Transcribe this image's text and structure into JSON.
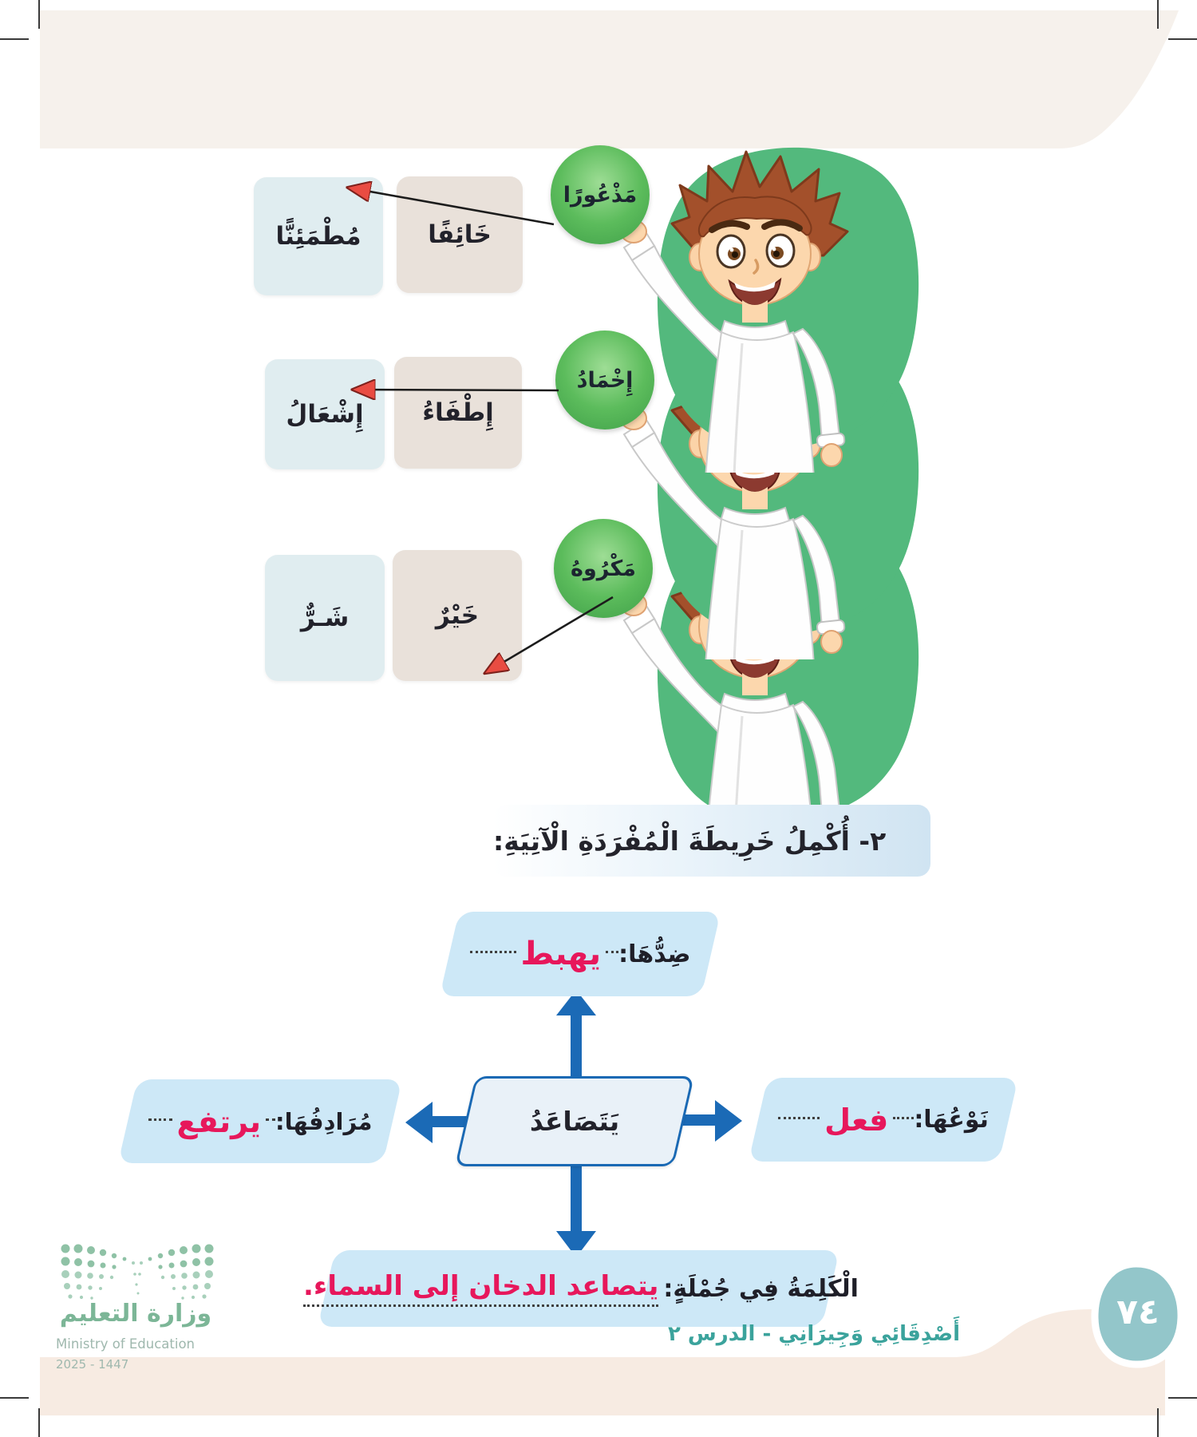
{
  "exercise": {
    "rows": [
      {
        "ball": "مَذْعُورًا",
        "answer_box": "مُطْمَئِنًّا",
        "distractor_box": "خَائِفًا"
      },
      {
        "ball": "إِخْمَادُ",
        "answer_box": "إِشْعَالُ",
        "distractor_box": "إِطْفَاءُ"
      },
      {
        "ball": "مَكْرُوهُ",
        "answer_box": "شَـرٌّ",
        "distractor_box": "خَيْرٌ"
      }
    ]
  },
  "section2": {
    "title": "٢- أُكْمِلُ خَرِيطَةَ الْمُفْرَدَةِ الْآتِيَةِ:"
  },
  "word_map": {
    "center": "يَتَصَاعَدُ",
    "top_label": "ضِدُّهَا:",
    "top_answer": "يهبط",
    "left_label": "مُرَادِفُهَا:",
    "left_answer": "يرتفع",
    "right_label": "نَوْعُهَا:",
    "right_answer": "فعل",
    "bottom_label": "الْكَلِمَةُ فِي جُمْلَةٍ:",
    "bottom_answer": "يتصاعد الدخان إلى السماء."
  },
  "footer": {
    "page_number": "٧٤",
    "lesson_title": "أَصْدِقَائِي وَجِيرَانِي - الدرس ٢",
    "ministry_ar": "وزارة التعليم",
    "ministry_en": "Ministry of Education",
    "edition_year": "2025 - 1447"
  },
  "colors": {
    "accent_blue": "#1b6ab6",
    "answer_red": "#e7175b",
    "ball_green": "#4caf50",
    "blob_green": "#53b97d",
    "footer_teal": "#3ba39c",
    "band_cream": "#f6f1ec"
  }
}
